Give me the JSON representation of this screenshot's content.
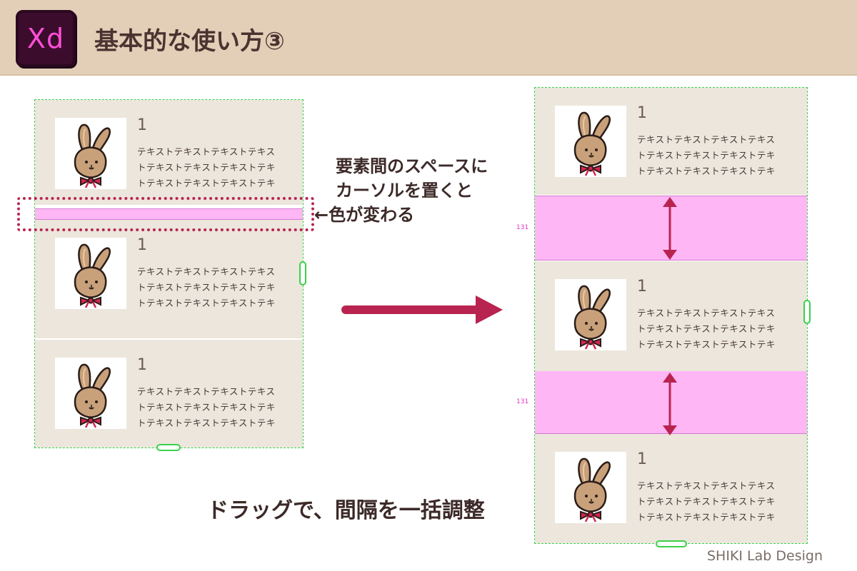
{
  "header": {
    "logo_text": "Xd",
    "title": "基本的な使い方③"
  },
  "card": {
    "number": "1",
    "text_lines": [
      "テキストテキストテキストテキス",
      "トテキストテキストテキストテキ",
      "トテキストテキストテキストテキ"
    ]
  },
  "annotations": {
    "hover_note_lines": [
      "要素間のスペースに",
      "カーソルを置くと",
      "色が変わる"
    ],
    "hover_arrow": "←",
    "drag_caption": "ドラッグで、間隔を一括調整"
  },
  "spacing": {
    "gap_value_1": "131",
    "gap_value_2": "131"
  },
  "credit": "SHIKI Lab Design",
  "colors": {
    "header_bg": "#e3cfb7",
    "card_bg": "#ece6dc",
    "highlight_pink": "#ffb6f5",
    "accent_crimson": "#b8244f",
    "selection_green": "#3ad14a",
    "xd_logo_bg": "#3b0c2c",
    "xd_logo_text": "#ff4fd8"
  },
  "icons": {
    "logo": "adobe-xd-logo",
    "card_illustration": "rabbit-with-bow-icon",
    "transition_arrow": "right-arrow-icon",
    "spacing_arrow": "double-headed-vertical-arrow-icon"
  }
}
